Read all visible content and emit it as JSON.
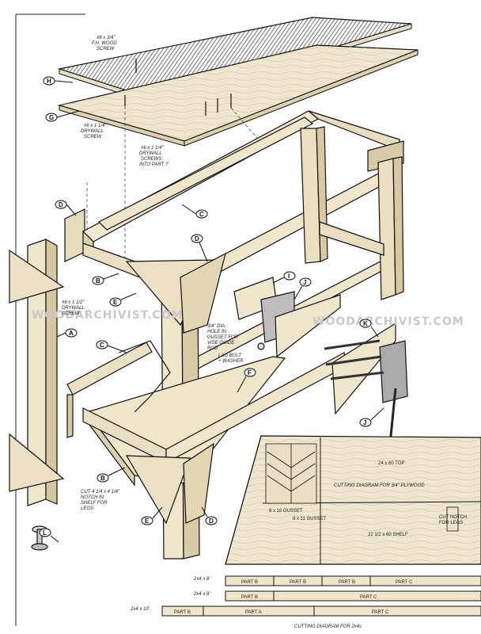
{
  "watermark": {
    "left": "WOODARCHIVIST.COM",
    "right": "WOODARCHIVIST.COM"
  },
  "callouts": {
    "H": "H",
    "G": "G",
    "D1": "D",
    "C1": "C",
    "D2": "D",
    "B1": "B",
    "E1": "E",
    "A": "A",
    "C2": "C",
    "I": "I",
    "J1": "J",
    "K": "K",
    "F": "F",
    "J2": "J",
    "B2": "B",
    "E2": "E",
    "D3": "D",
    "L": "L"
  },
  "notes": {
    "fh_screw_1": "#8 x 3/4\"",
    "fh_screw_2": "F.H. WOOD",
    "fh_screw_3": "SCREW",
    "drywall_1": "#6 x 1 1/4\"",
    "drywall_2": "DRYWALL",
    "drywall_3": "SCREW",
    "drywall_into_1": "#6 x 1 1/4\"",
    "drywall_into_2": "DRYWALL",
    "drywall_into_3": "SCREWS",
    "drywall_into_4": "INTO PART 'I'",
    "leg_screw_1": "#6 x 1 1/2\"",
    "leg_screw_2": "DRYWALL",
    "leg_screw_3": "SCREW",
    "hole_1": "3/4\" DIA.",
    "hole_2": "HOLE IN",
    "hole_3": "GUSSET FOR",
    "hole_4": "VISE GUIDE",
    "hole_5": "ROD",
    "lag_1": "LAG BOLT",
    "lag_2": "+ WASHER",
    "notch_1": "CUT 4 1/4 x 4 1/4\"",
    "notch_2": "NOTCH IN",
    "notch_3": "SHELF FOR",
    "notch_4": "LEGS"
  },
  "cutting_plywood": {
    "top": "24 x 60 TOP",
    "title": "CUTTING DIAGRAM FOR 3/4\" PLYWOOD",
    "gusset_a": "8 x 10 GUSSET",
    "gusset_b": "8 x 11 GUSSET",
    "notch_note_1": "CUT NOTCH",
    "notch_note_2": "FOR LEGS",
    "shelf": "22 1/2 x 60 SHELF"
  },
  "cutting_2x4": {
    "board1_len": "2x4 x 8'",
    "board2_len": "2x4 x 8'",
    "board3_len": "2x4 x 10'",
    "b1_parts": [
      "PART B",
      "PART B",
      "PART B",
      "PART C"
    ],
    "b2_parts": [
      "PART B",
      "PART C"
    ],
    "b3_parts": [
      "PART B",
      "PART A",
      "PART C"
    ],
    "title": "CUTTING DIAGRAM FOR 2x4s"
  }
}
